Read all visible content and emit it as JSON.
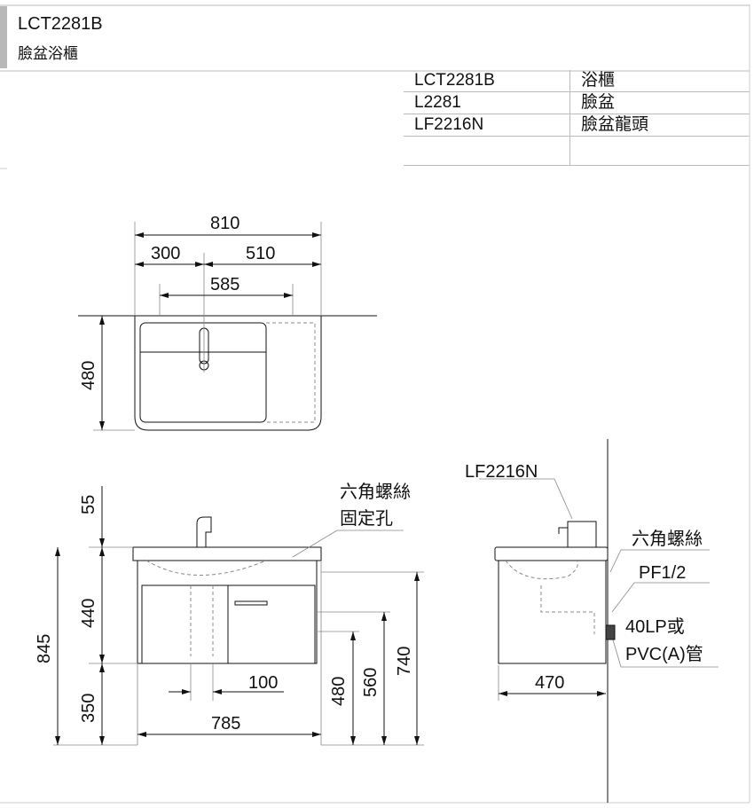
{
  "header": {
    "model": "LCT2281B",
    "name": "臉盆浴櫃"
  },
  "parts": [
    {
      "code": "LCT2281B",
      "desc": "浴櫃"
    },
    {
      "code": "L2281",
      "desc": "臉盆"
    },
    {
      "code": "LF2216N",
      "desc": "臉盆龍頭"
    },
    {
      "code": "",
      "desc": ""
    }
  ],
  "top_view": {
    "width": "810",
    "left": "300",
    "right": "510",
    "hole_span": "585",
    "depth": "480"
  },
  "front_view": {
    "h55": "55",
    "h440": "440",
    "h350": "350",
    "h845": "845",
    "w785": "785",
    "w100": "100",
    "h480": "480",
    "h560": "560",
    "h740": "740",
    "note1": "六角螺絲",
    "note2": "固定孔"
  },
  "side_view": {
    "faucet": "LF2216N",
    "screw": "六角螺絲",
    "pf": "PF1/2",
    "drain1": "40LP或",
    "drain2": "PVC(A)管",
    "depth": "470"
  }
}
